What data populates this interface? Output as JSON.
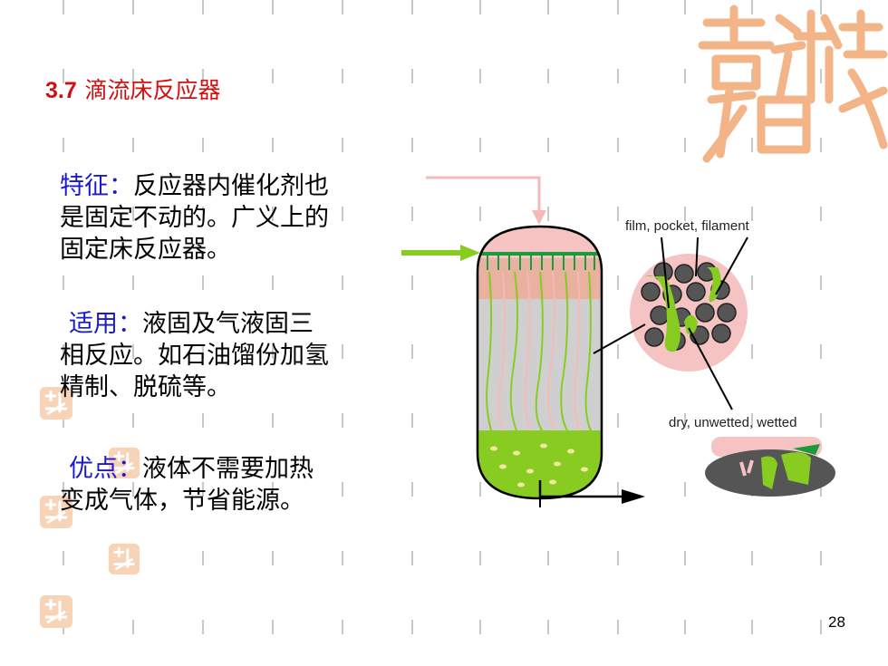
{
  "slide": {
    "title_number": "3.7",
    "title_text": "滴流床反应器",
    "page_number": "28"
  },
  "paragraphs": [
    {
      "label": "特征：",
      "lines": [
        "反应器内催化剂也",
        "是固定不动的。广义上的",
        "固定床反应器。"
      ]
    },
    {
      "label": "适用：",
      "lines": [
        "液固及气液固三",
        "相反应。如石油馏份加氢",
        "精制、脱硫等。"
      ]
    },
    {
      "label": "优点：",
      "lines": [
        "液体不需要加热",
        "变成气体，节省能源。"
      ]
    }
  ],
  "diagram": {
    "label_top": "film,  pocket,  filament",
    "label_bottom": "dry,    unwetted, wetted"
  },
  "colors": {
    "title": "#d01010",
    "label": "#1a1acc",
    "liquid_green": "#88cc22",
    "pink": "#f6b8b8",
    "dark_green": "#1a9a3a",
    "logo": "#f3b487"
  }
}
